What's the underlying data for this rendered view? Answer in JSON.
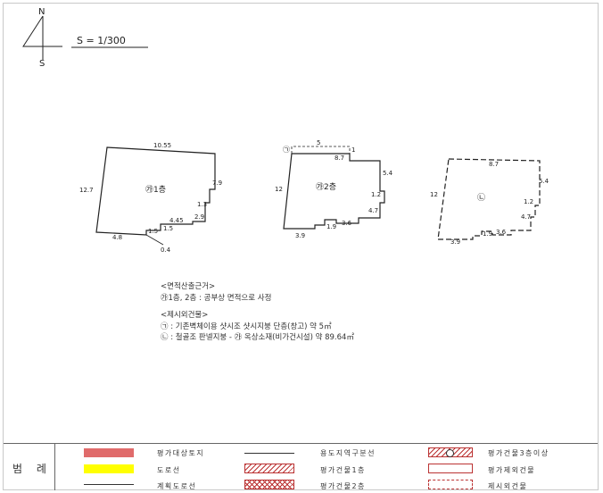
{
  "scale": "S = 1/300",
  "north": {
    "n": "N",
    "s": "S"
  },
  "plan_a": {
    "label": "㉮1층",
    "dims": {
      "top": "10.55",
      "left": "12.7",
      "right": "7.9",
      "step1": "1.3",
      "step2": "2.9",
      "step3": "4.45",
      "step4": "1.5",
      "step5": "1.5",
      "bottom": "4.8",
      "lead": "0.4"
    }
  },
  "plan_b": {
    "label": "㉮2층",
    "marker": "㉠",
    "dims": {
      "top": "5",
      "topa": "1",
      "topb": "8.7",
      "left": "12",
      "right": "5.4",
      "r1": "1.2",
      "r2": "4.7",
      "b1": "3.6",
      "b2": "1.9",
      "b3": "3.9"
    }
  },
  "plan_c": {
    "marker": "㉡",
    "dims": {
      "top": "8.7",
      "left": "12",
      "right": "5.4",
      "r1": "1.2",
      "r2": "4.7",
      "b1": "3.6",
      "b2": "1.9",
      "b3": "3.9"
    }
  },
  "notes": {
    "l1": "<면적산출근거>",
    "l2": "㉮1층, 2층 : 공부상 면적으로 사정",
    "l3": "<제시외건물>",
    "l4": "㉠ : 기존벽체이용 샷시조 샷시지붕 단층(창고) 약 5㎡",
    "l5": "㉡ : 철골조 판넬지붕 - ㉮ 옥상소재(비가건시설) 약 89.64㎡"
  },
  "legend": {
    "title": "범 례",
    "items": [
      {
        "label": "평가대상토지",
        "color": "#e06b6b"
      },
      {
        "label": "용도지역구분선"
      },
      {
        "label": "평가건물3층이상"
      },
      {
        "label": "도로선",
        "color": "#ffff00"
      },
      {
        "label": "평가건물1층"
      },
      {
        "label": "평가제외건물"
      },
      {
        "label": "계획도로선"
      },
      {
        "label": "평가건물2층"
      },
      {
        "label": "제시외건물"
      }
    ]
  }
}
